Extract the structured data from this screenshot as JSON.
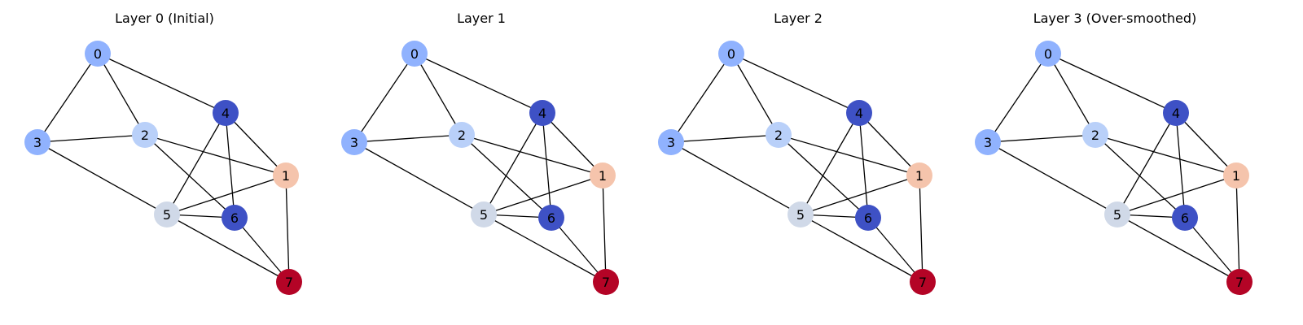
{
  "panels": [
    {
      "title": "Layer 0 (Initial)",
      "node_colors": [
        "#90b2fe",
        "#f5c4ac",
        "#b9d0f9",
        "#90b2fe",
        "#3e51c5",
        "#d0d9e8",
        "#3e51c5",
        "#b40426"
      ]
    },
    {
      "title": "Layer 1",
      "node_colors": [
        "#90b2fe",
        "#f5c4ac",
        "#b9d0f9",
        "#90b2fe",
        "#3e51c5",
        "#d0d9e8",
        "#3e51c5",
        "#b40426"
      ]
    },
    {
      "title": "Layer 2",
      "node_colors": [
        "#90b2fe",
        "#f5c4ac",
        "#b9d0f9",
        "#90b2fe",
        "#3e51c5",
        "#d0d9e8",
        "#3e51c5",
        "#b40426"
      ]
    },
    {
      "title": "Layer 3 (Over-smoothed)",
      "node_colors": [
        "#90b2fe",
        "#f5c4ac",
        "#b9d0f9",
        "#90b2fe",
        "#3e51c5",
        "#d0d9e8",
        "#3e51c5",
        "#b40426"
      ]
    }
  ],
  "graph": {
    "nodes": [
      "0",
      "1",
      "2",
      "3",
      "4",
      "5",
      "6",
      "7"
    ],
    "edges": [
      [
        "0",
        "3"
      ],
      [
        "0",
        "2"
      ],
      [
        "0",
        "4"
      ],
      [
        "3",
        "2"
      ],
      [
        "3",
        "5"
      ],
      [
        "2",
        "1"
      ],
      [
        "2",
        "6"
      ],
      [
        "4",
        "1"
      ],
      [
        "4",
        "5"
      ],
      [
        "4",
        "6"
      ],
      [
        "1",
        "5"
      ],
      [
        "1",
        "7"
      ],
      [
        "5",
        "6"
      ],
      [
        "5",
        "7"
      ],
      [
        "6",
        "7"
      ]
    ]
  }
}
